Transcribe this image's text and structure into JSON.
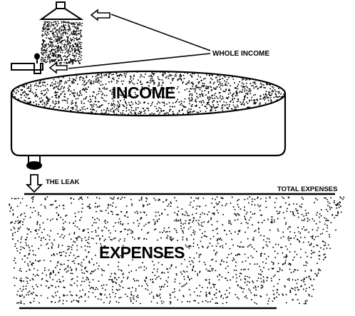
{
  "diagram": {
    "labels": {
      "whole_income": "WHOLE INCOME",
      "income": "INCOME",
      "the_leak": "THE LEAK",
      "total_expenses": "TOTAL EXPENSES",
      "expenses": "EXPENSES"
    },
    "colors": {
      "ink": "#000000",
      "paper": "#ffffff"
    },
    "icons": [
      "shower-head-icon",
      "faucet-icon",
      "drain-pipe-icon",
      "down-arrow-icon"
    ]
  }
}
